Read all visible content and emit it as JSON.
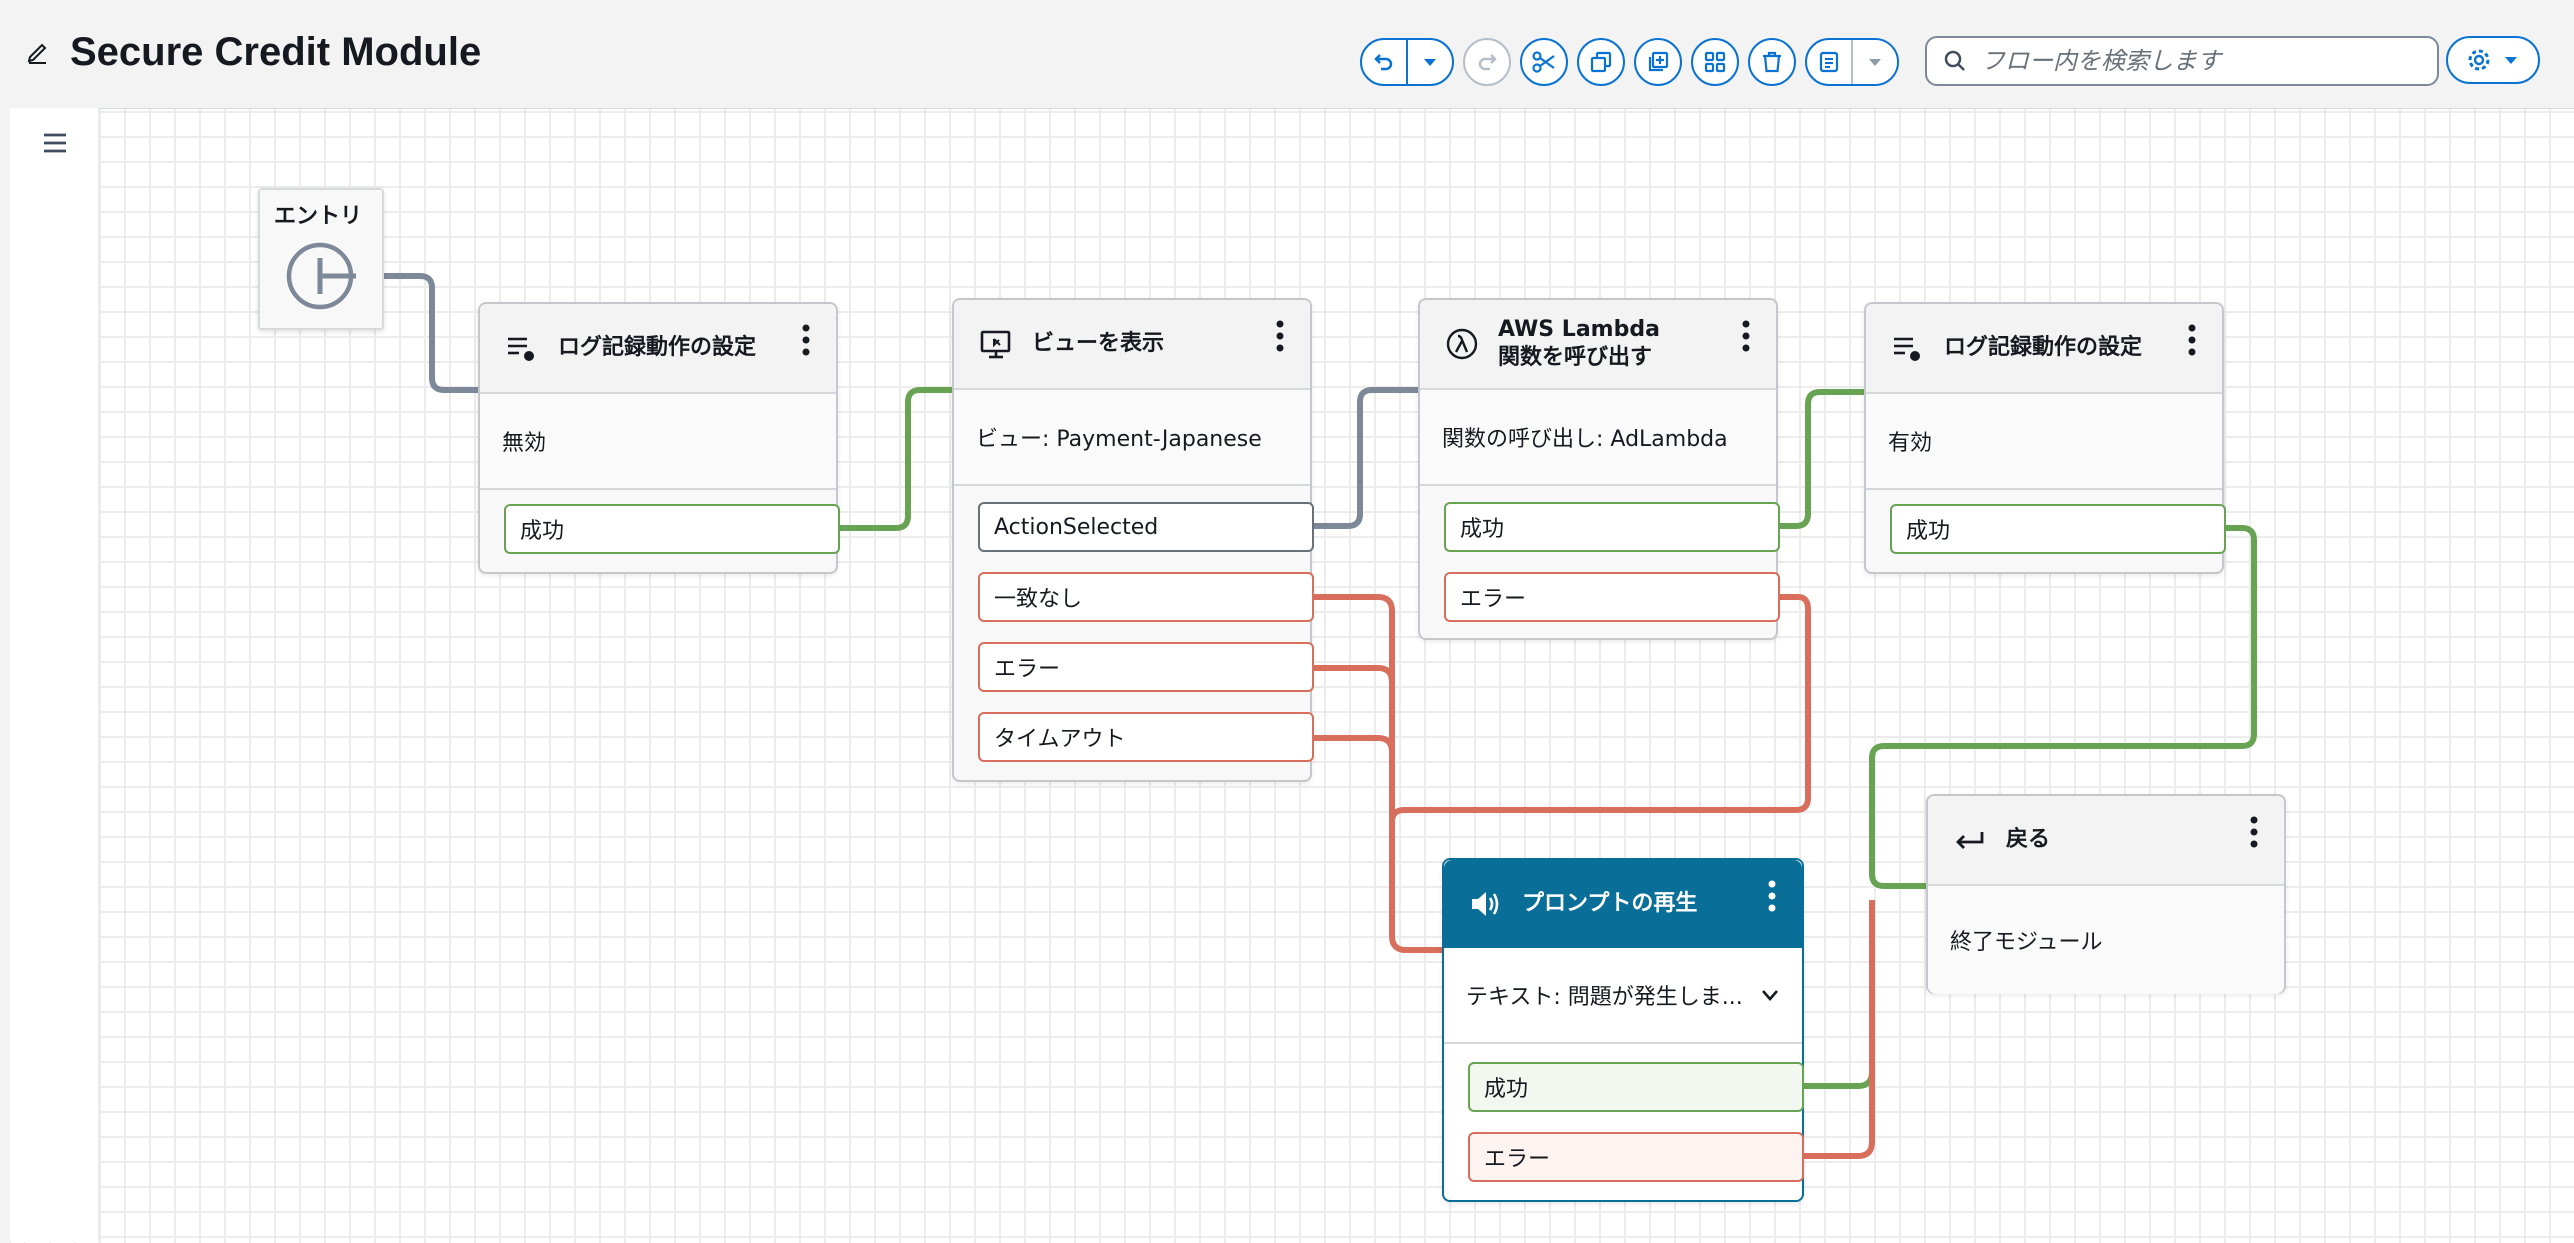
{
  "header": {
    "title": "Secure Credit Module",
    "search_placeholder": "フロー内を検索します"
  },
  "flow": {
    "entry": {
      "label": "エントリ"
    },
    "log_block_1": {
      "title": "ログ記録動作の設定",
      "body": "無効",
      "ports": [
        "成功"
      ]
    },
    "show_view": {
      "title": "ビューを表示",
      "body": "ビュー: Payment-Japanese",
      "ports": [
        "ActionSelected",
        "一致なし",
        "エラー",
        "タイムアウト"
      ]
    },
    "lambda": {
      "title_line1": "AWS Lambda",
      "title_line2": "関数を呼び出す",
      "body": "関数の呼び出し: AdLambda",
      "ports": [
        "成功",
        "エラー"
      ]
    },
    "log_block_2": {
      "title": "ログ記録動作の設定",
      "body": "有効",
      "ports": [
        "成功"
      ]
    },
    "prompt": {
      "title": "プロンプトの再生",
      "body": "テキスト: 問題が発生しま...",
      "ports": [
        "成功",
        "エラー"
      ]
    },
    "return": {
      "title": "戻る",
      "body": "終了モジュール"
    }
  },
  "colors": {
    "success": "#67a353",
    "error": "#d86e5c",
    "neutral": "#7d8998",
    "accent": "#0972d3",
    "prompt_header": "#0a6f98"
  }
}
